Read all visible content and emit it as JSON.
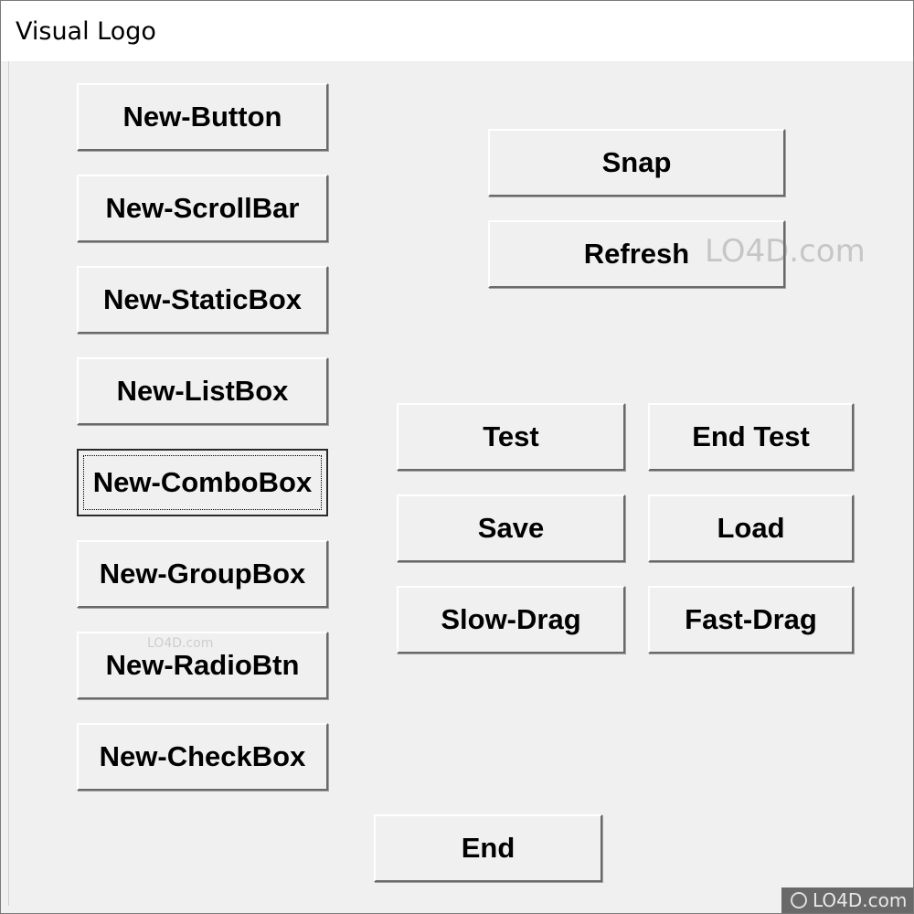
{
  "window": {
    "title": "Visual Logo"
  },
  "buttons": {
    "new_button": "New-Button",
    "new_scrollbar": "New-ScrollBar",
    "new_staticbox": "New-StaticBox",
    "new_listbox": "New-ListBox",
    "new_combobox": "New-ComboBox",
    "new_groupbox": "New-GroupBox",
    "new_radiobtn": "New-RadioBtn",
    "new_checkbox": "New-CheckBox",
    "snap": "Snap",
    "refresh": "Refresh",
    "test": "Test",
    "end_test": "End Test",
    "save": "Save",
    "load": "Load",
    "slow_drag": "Slow-Drag",
    "fast_drag": "Fast-Drag",
    "end": "End"
  },
  "watermarks": {
    "center": "LO4D.com",
    "small": "LO4D.com",
    "corner": "LO4D.com"
  },
  "focused_button": "new_combobox"
}
